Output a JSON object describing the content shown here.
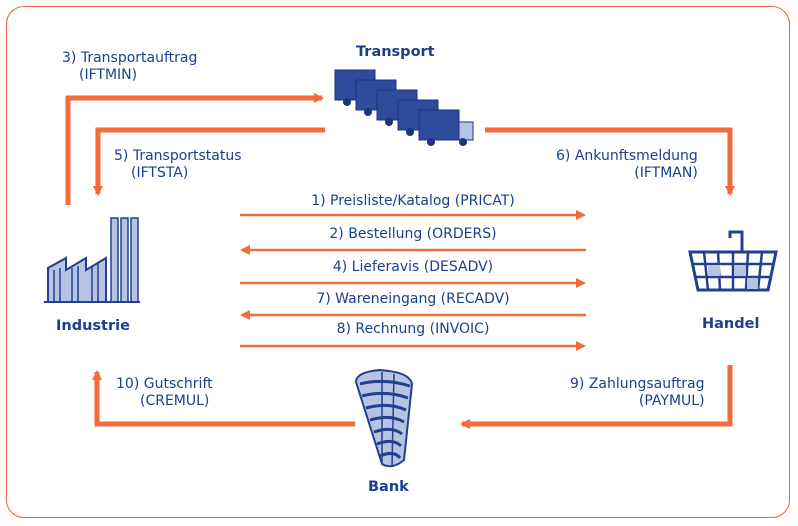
{
  "nodes": {
    "transport": "Transport",
    "industrie": "Industrie",
    "handel": "Handel",
    "bank": "Bank"
  },
  "messages": {
    "m1": "1) Preisliste/Katalog (PRICAT)",
    "m2": "2) Bestellung (ORDERS)",
    "m3_line1": "3) Transportauftrag",
    "m3_line2": "(IFTMIN)",
    "m4": "4) Lieferavis (DESADV)",
    "m5_line1": "5) Transportstatus",
    "m5_line2": "(IFTSTA)",
    "m6_line1": "6) Ankunftsmeldung",
    "m6_line2": "(IFTMAN)",
    "m7": "7) Wareneingang (RECADV)",
    "m8": "8) Rechnung (INVOIC)",
    "m9_line1": "9) Zahlungsauftrag",
    "m9_line2": "(PAYMUL)",
    "m10_line1": "10) Gutschrift",
    "m10_line2": "(CREMUL)"
  },
  "colors": {
    "arrow": "#f26a3d",
    "text": "#1b3f8f",
    "icon_dark": "#22408e",
    "icon_light": "#b7c3e3"
  }
}
